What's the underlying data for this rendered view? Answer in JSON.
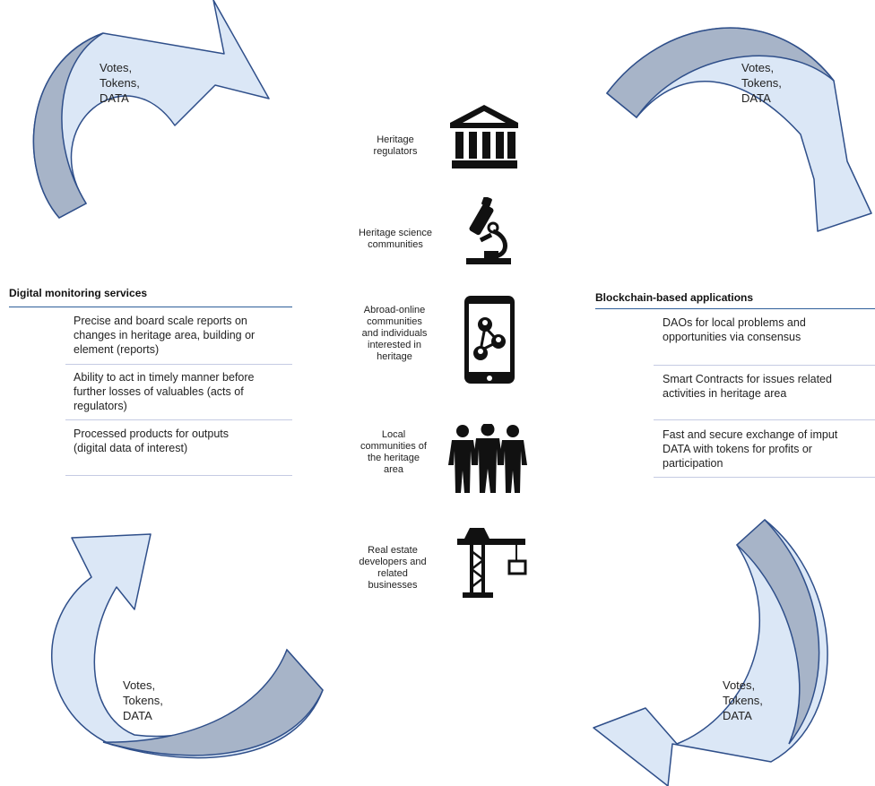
{
  "cycle_label": [
    "Votes,",
    "Tokens,",
    "DATA"
  ],
  "colors": {
    "arrow_light": "#dbe7f6",
    "arrow_dark": "#a7b4c8",
    "arrow_stroke": "#2f4f8a",
    "rule": "#2e5f9a",
    "separator": "#c5cbe3"
  },
  "actors": [
    {
      "icon": "bank-building-icon",
      "label": [
        "Heritage",
        "regulators"
      ]
    },
    {
      "icon": "microscope-icon",
      "label": [
        "Heritage science",
        "communities"
      ]
    },
    {
      "icon": "phone-network-icon",
      "label": [
        "Abroad-online",
        "communities",
        "and individuals",
        "interested in",
        "heritage"
      ]
    },
    {
      "icon": "people-group-icon",
      "label": [
        "Local",
        "communities of",
        "the heritage",
        "area"
      ]
    },
    {
      "icon": "construction-crane-icon",
      "label": [
        "Real estate",
        "developers and",
        "related",
        "businesses"
      ]
    }
  ],
  "left_panel": {
    "title": "Digital monitoring services",
    "items": [
      {
        "lines": [
          "Precise and board scale reports on",
          "changes in heritage area, building or",
          "element (reports)"
        ]
      },
      {
        "lines": [
          "Ability to act in timely manner before",
          "further losses of valuables (acts of",
          "regulators)"
        ]
      },
      {
        "lines": [
          "Processed products for outputs",
          "(digital data of interest)"
        ]
      }
    ]
  },
  "right_panel": {
    "title": "Blockchain-based applications",
    "items": [
      {
        "lines": [
          "DAOs for local problems and",
          "opportunities via consensus"
        ]
      },
      {
        "lines": [
          "Smart Contracts for issues related",
          "activities in heritage area"
        ]
      },
      {
        "lines": [
          "Fast and secure exchange of imput",
          "DATA with tokens for profits or",
          "participation"
        ]
      }
    ]
  }
}
